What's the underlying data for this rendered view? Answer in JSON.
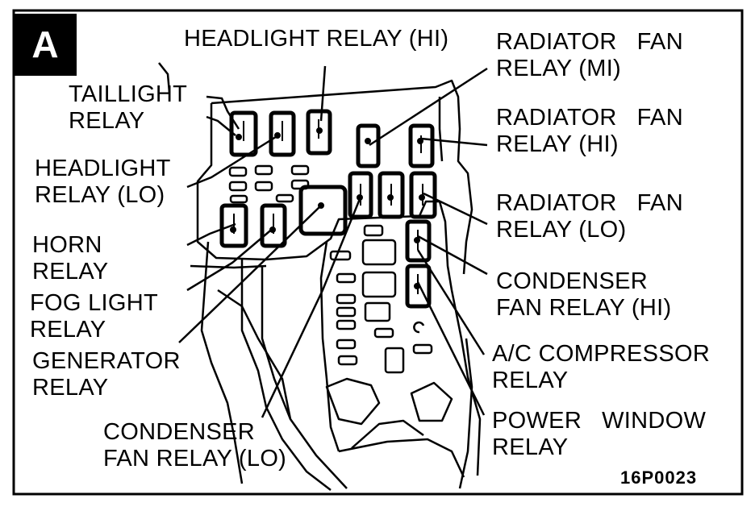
{
  "badge": "A",
  "figure_code": "16P0023",
  "labels": {
    "headlight_relay_hi": "HEADLIGHT RELAY (HI)",
    "taillight_relay": [
      "TAILLIGHT",
      "RELAY"
    ],
    "headlight_relay_lo": [
      "HEADLIGHT",
      "RELAY (LO)"
    ],
    "horn_relay": [
      "HORN",
      "RELAY"
    ],
    "fog_light_relay": [
      "FOG LIGHT",
      "RELAY"
    ],
    "generator_relay": [
      "GENERATOR",
      "RELAY"
    ],
    "condenser_fan_relay_lo": [
      "CONDENSER",
      "FAN RELAY (LO)"
    ],
    "radiator_fan_relay_mi": [
      "RADIATOR   FAN",
      "RELAY (MI)"
    ],
    "radiator_fan_relay_hi": [
      "RADIATOR   FAN",
      "RELAY (HI)"
    ],
    "radiator_fan_relay_lo": [
      "RADIATOR   FAN",
      "RELAY (LO)"
    ],
    "condenser_fan_relay_hi": [
      "CONDENSER",
      "FAN RELAY (HI)"
    ],
    "ac_compressor_relay": [
      "A/C COMPRESSOR",
      "RELAY"
    ],
    "power_window_relay": [
      "POWER   WINDOW",
      "RELAY"
    ]
  }
}
